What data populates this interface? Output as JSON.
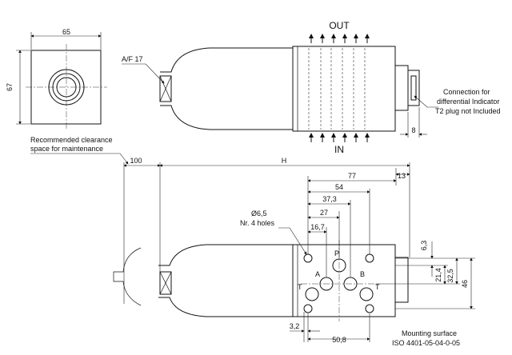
{
  "top_view": {
    "flow_out_label": "OUT",
    "flow_in_label": "IN",
    "width_dim": "65",
    "height_dim": "67",
    "wrench_flat": "A/F 17",
    "connection_note_lines": [
      "Connection for",
      "differential Indicator",
      "T2 plug not Included"
    ],
    "plug_dim": "8"
  },
  "bottom_view": {
    "clearance_note_lines": [
      "Recommended clearance",
      "space for maintenance"
    ],
    "clearance_dim": "100",
    "length_dim": "H",
    "hole_note_lines": [
      "Ø6,5",
      "Nr. 4 holes"
    ],
    "dims_horizontal": [
      "77",
      "13",
      "54",
      "37,3",
      "27",
      "16,7",
      "3,2",
      "50,8"
    ],
    "dims_vertical": [
      "6,3",
      "21,4",
      "32,5",
      "46"
    ],
    "port_labels": [
      "P",
      "A",
      "B",
      "T",
      "T"
    ],
    "mounting_note_lines": [
      "Mounting surface",
      "ISO 4401-05-04-0-05"
    ]
  }
}
